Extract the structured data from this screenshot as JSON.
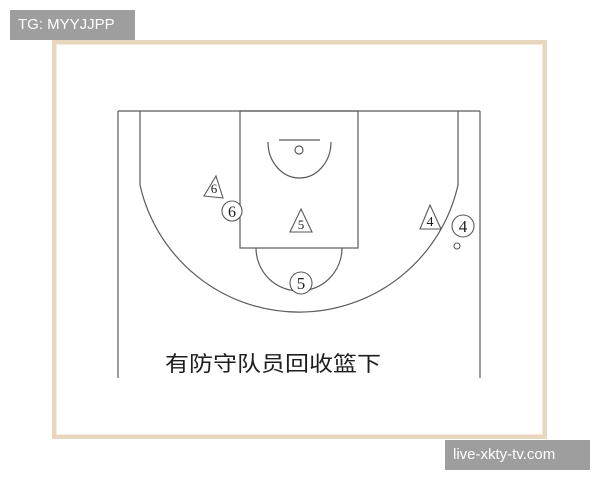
{
  "labels": {
    "top_left": "TG: MYYJJPP",
    "bottom_right": "live-xkty-tv.com"
  },
  "diagram": {
    "caption": "有防守队员回收篮下",
    "triangle_markers": [
      "6",
      "5",
      "4"
    ],
    "circle_markers": [
      "6",
      "5",
      "4"
    ]
  },
  "colors": {
    "line": "#5a5a5a",
    "frame_border": "#e8d6bf",
    "label_background": "#9e9e9e",
    "label_text": "#ffffff"
  }
}
